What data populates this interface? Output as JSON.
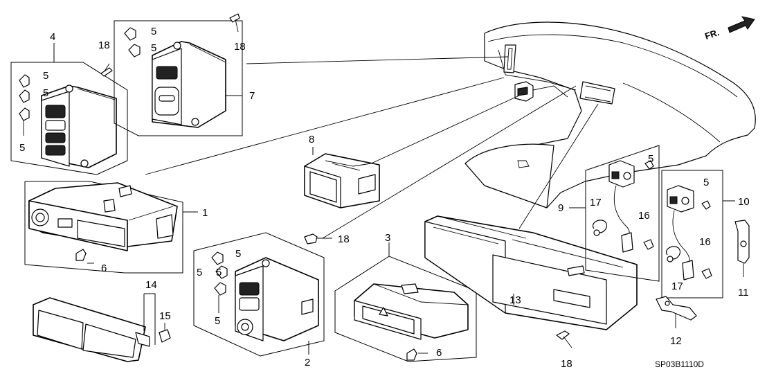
{
  "callouts": [
    {
      "id": "c1",
      "label": "1"
    },
    {
      "id": "c2",
      "label": "2"
    },
    {
      "id": "c3",
      "label": "3"
    },
    {
      "id": "c4",
      "label": "4"
    },
    {
      "id": "c5a",
      "label": "5"
    },
    {
      "id": "c5b",
      "label": "5"
    },
    {
      "id": "c5c",
      "label": "5"
    },
    {
      "id": "c5d",
      "label": "5"
    },
    {
      "id": "c5e",
      "label": "5"
    },
    {
      "id": "c5f",
      "label": "5"
    },
    {
      "id": "c5g",
      "label": "5"
    },
    {
      "id": "c5h",
      "label": "5"
    },
    {
      "id": "c5i",
      "label": "5"
    },
    {
      "id": "c5j",
      "label": "5"
    },
    {
      "id": "c5k",
      "label": "5"
    },
    {
      "id": "c6a",
      "label": "6"
    },
    {
      "id": "c6b",
      "label": "6"
    },
    {
      "id": "c7",
      "label": "7"
    },
    {
      "id": "c8",
      "label": "8"
    },
    {
      "id": "c9",
      "label": "9"
    },
    {
      "id": "c10",
      "label": "10"
    },
    {
      "id": "c11",
      "label": "11"
    },
    {
      "id": "c12",
      "label": "12"
    },
    {
      "id": "c13",
      "label": "13"
    },
    {
      "id": "c14",
      "label": "14"
    },
    {
      "id": "c15",
      "label": "15"
    },
    {
      "id": "c16a",
      "label": "16"
    },
    {
      "id": "c16b",
      "label": "16"
    },
    {
      "id": "c17a",
      "label": "17"
    },
    {
      "id": "c17b",
      "label": "17"
    },
    {
      "id": "c18a",
      "label": "18"
    },
    {
      "id": "c18b",
      "label": "18"
    },
    {
      "id": "c18c",
      "label": "18"
    },
    {
      "id": "c18d",
      "label": "18"
    }
  ],
  "direction_label": "FR.",
  "diagram_code": "SP03B1110D"
}
